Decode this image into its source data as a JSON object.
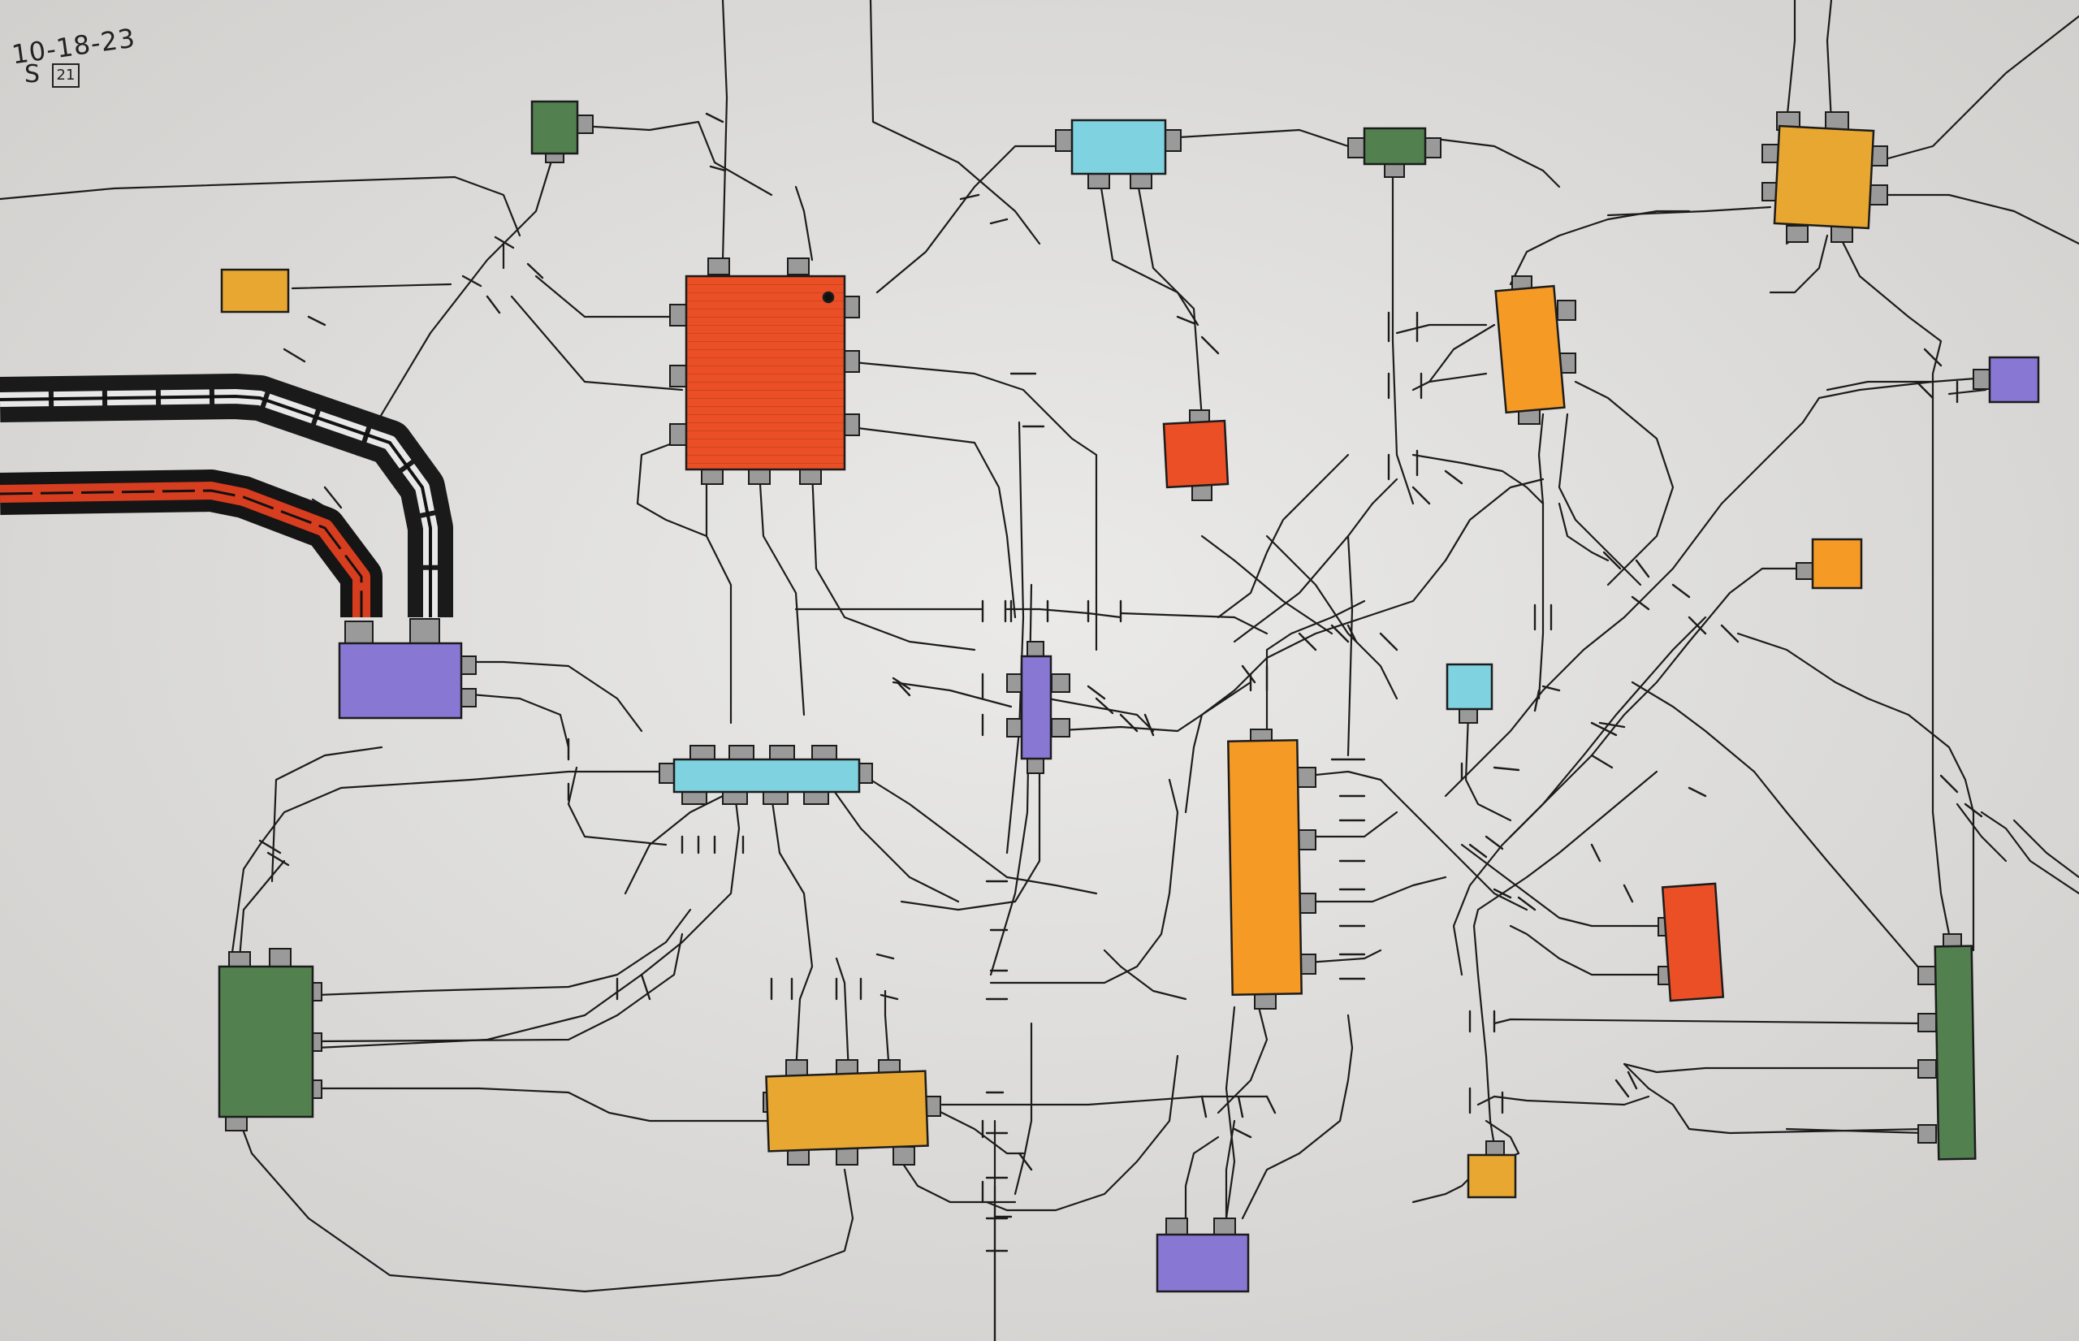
{
  "sheet": {
    "date_note": "10-18-23",
    "initials_note": "S",
    "page_number": "21"
  },
  "colors": {
    "paper": "#e3e2e0",
    "ink": "#1c1c1c",
    "pin": "#9a9a9a",
    "red": "#ea4f25",
    "orange": "#f59a25",
    "yellow": "#e7a730",
    "cyan": "#7fd2e0",
    "violet": "#8878d4",
    "green": "#52814f",
    "cable_red": "#d73d1f"
  },
  "icons": [
    "chip-icon",
    "connector-pin-icon",
    "wire-crossing-icon",
    "ribbon-cable-icon"
  ]
}
